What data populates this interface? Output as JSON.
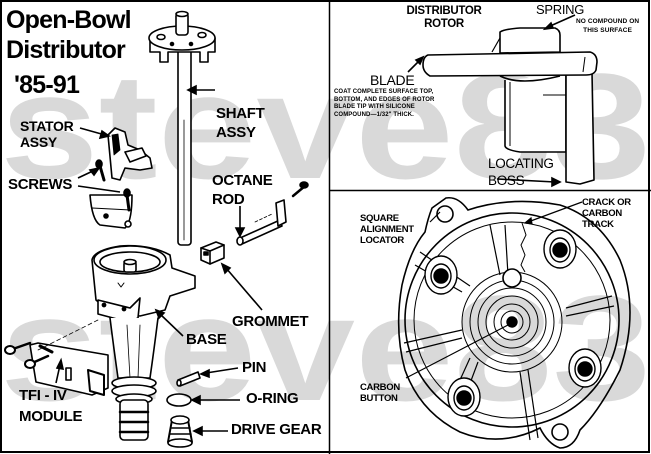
{
  "title": {
    "line1": "Open-Bowl",
    "line2": "Distributor",
    "line3": "'85-91"
  },
  "watermark": {
    "text_top": "steve83",
    "text_bottom": "steve83",
    "color": "#d9d9d9"
  },
  "exploded_view": {
    "labels": {
      "shaft_assy": "SHAFT\nASSY",
      "stator_assy": "STATOR\nASSY",
      "screws": "SCREWS",
      "octane_rod": "OCTANE\nROD",
      "grommet": "GROMMET",
      "base": "BASE",
      "pin": "PIN",
      "o_ring": "O-RING",
      "drive_gear": "DRIVE GEAR",
      "tfi_module": "TFI - IV\nMODULE"
    }
  },
  "rotor_panel": {
    "title": "DISTRIBUTOR\nROTOR",
    "spring": "SPRING",
    "spring_note": "NO COMPOUND ON\nTHIS SURFACE",
    "blade": "BLADE",
    "blade_note": "COAT COMPLETE SURFACE TOP,\nBOTTOM, AND EDGES OF ROTOR\nBLADE TIP WITH SILICONE\nCOMPOUND—1/32\" THICK.",
    "locating_boss": "LOCATING\nBOSS"
  },
  "cap_panel": {
    "square_locator": "SQUARE\nALIGNMENT\nLOCATOR",
    "crack_track": "CRACK OR\nCARBON\nTRACK",
    "carbon_button": "CARBON\nBUTTON"
  }
}
